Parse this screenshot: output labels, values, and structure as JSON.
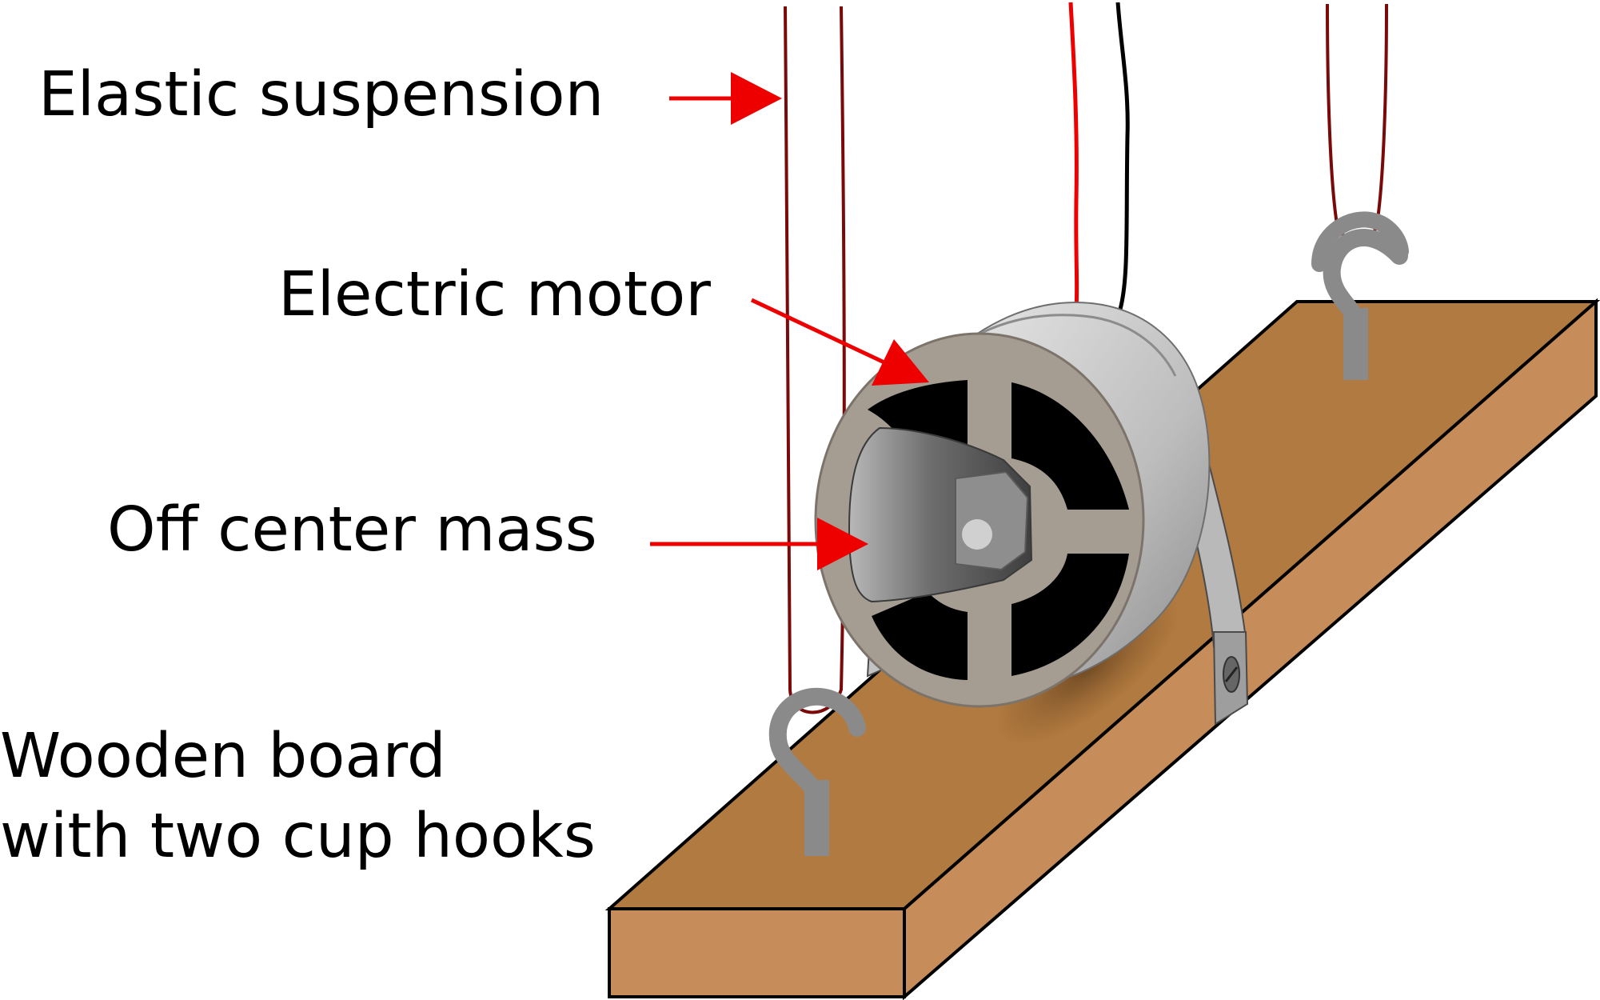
{
  "labels": {
    "elastic_suspension": "Elastic suspension",
    "electric_motor": "Electric motor",
    "off_center_mass": "Off center mass",
    "wooden_board_line1": "Wooden board",
    "wooden_board_line2": "with two cup hooks"
  },
  "colors": {
    "arrow": "#ee0000",
    "elastic": "#7a0a0a",
    "wire_red": "#ee0000",
    "wire_black": "#000000",
    "wood_top": "#b07a40",
    "wood_side": "#c68d5a",
    "hook": "#8a8a8a",
    "motor_body": "#c8c8c8",
    "motor_face": "#a69d92",
    "mass": "#6e6e6e"
  }
}
